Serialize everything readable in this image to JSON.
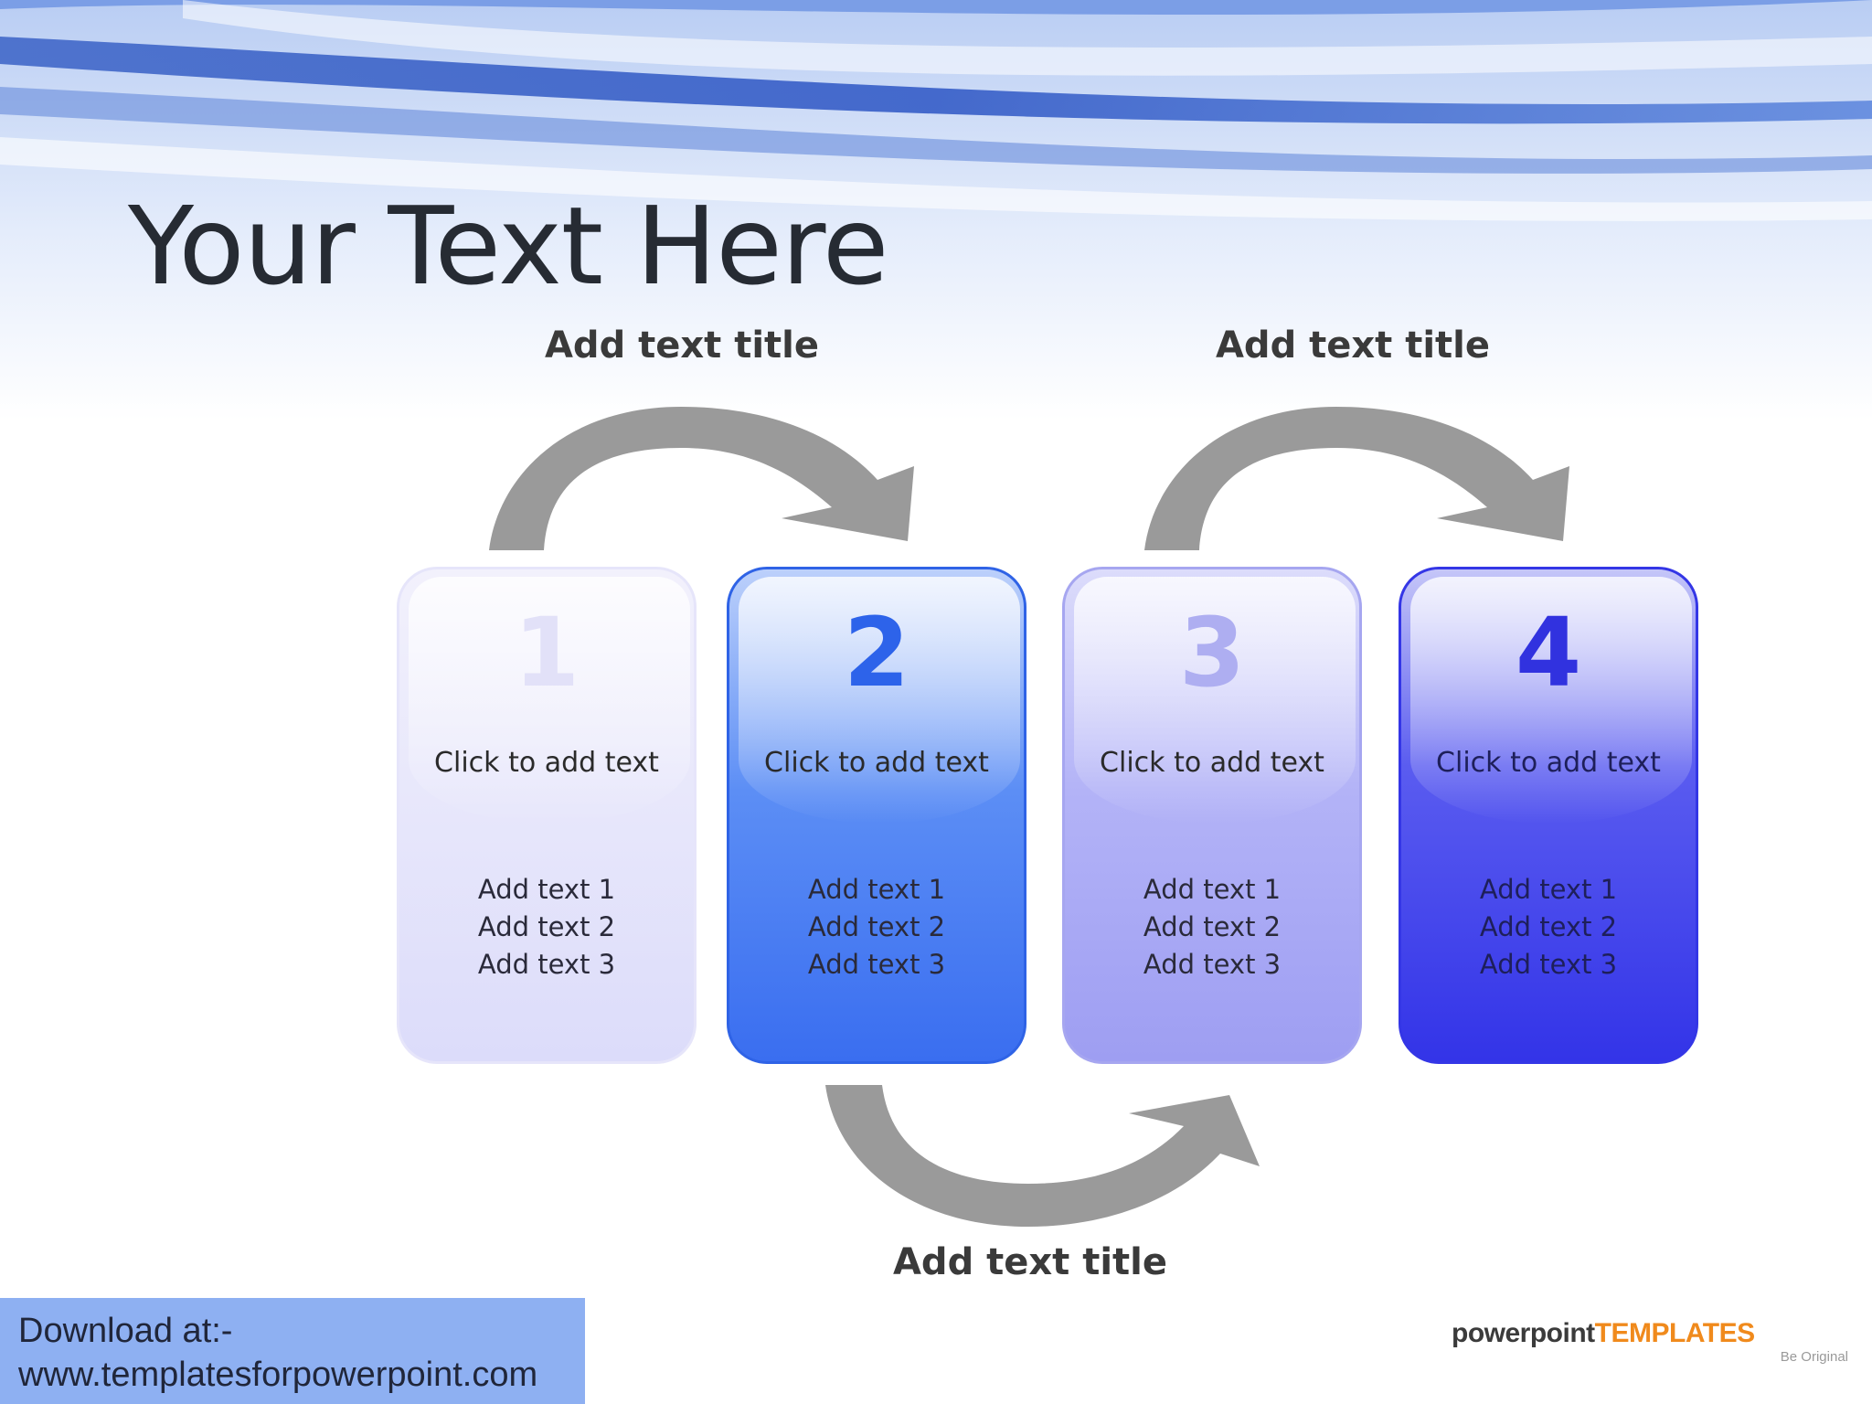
{
  "slide": {
    "title": "Your Text Here"
  },
  "diagram": {
    "step_titles": [
      "Add text title",
      "Add text title",
      "Add text title"
    ],
    "cards": [
      {
        "number": "1",
        "caption": "Click  to add  text",
        "items": [
          "Add text 1",
          "Add text 2",
          "Add text 3"
        ]
      },
      {
        "number": "2",
        "caption": "Click  to add  text",
        "items": [
          "Add text 1",
          "Add text 2",
          "Add text 3"
        ]
      },
      {
        "number": "3",
        "caption": "Click  to add  text",
        "items": [
          "Add text 1",
          "Add text 2",
          "Add text 3"
        ]
      },
      {
        "number": "4",
        "caption": "Click  to add  text",
        "items": [
          "Add text 1",
          "Add text 2",
          "Add text 3"
        ]
      }
    ]
  },
  "footer": {
    "download_label": "Download at:-",
    "download_url": "www.templatesforpowerpoint.com",
    "brand_part1": "powerpoint",
    "brand_part2": "TEMPLATES",
    "brand_tagline": "Be Original"
  },
  "colors": {
    "arrow": "#9a9a9a",
    "card_1": "#dcdcfa",
    "card_2": "#3a6ef0",
    "card_3": "#a6a6f0",
    "card_4": "#3334e8",
    "footer_box": "#8eb0f2",
    "brand_accent": "#f08a1c"
  }
}
